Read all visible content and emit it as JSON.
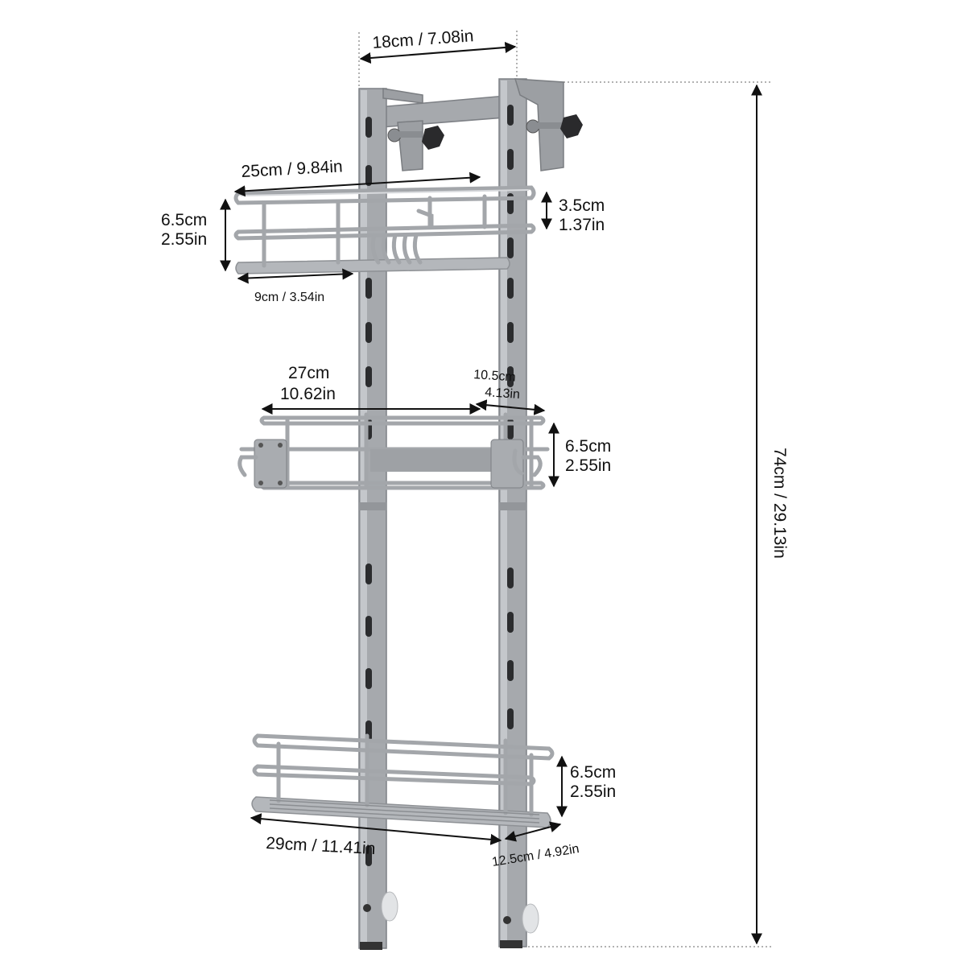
{
  "dimensions": {
    "top_width": "18cm / 7.08in",
    "basket1_width": "25cm / 9.84in",
    "basket1_height_cm": "6.5cm",
    "basket1_height_in": "2.55in",
    "hook_height_cm": "3.5cm",
    "hook_height_in": "1.37in",
    "soap_width": "9cm / 3.54in",
    "basket2_width_cm": "27cm",
    "basket2_width_in": "10.62in",
    "basket2_depth_cm": "10.5cm",
    "basket2_depth_in": "4.13in",
    "basket2_height_cm": "6.5cm",
    "basket2_height_in": "2.55in",
    "basket3_height_cm": "6.5cm",
    "basket3_height_in": "2.55in",
    "basket3_width": "29cm / 11.41in",
    "basket3_depth": "12.5cm / 4.92in",
    "total_height": "74cm / 29.13in"
  },
  "colors": {
    "metal": "#a6a9ad",
    "slot": "#2b2c2e",
    "text": "#111111"
  }
}
